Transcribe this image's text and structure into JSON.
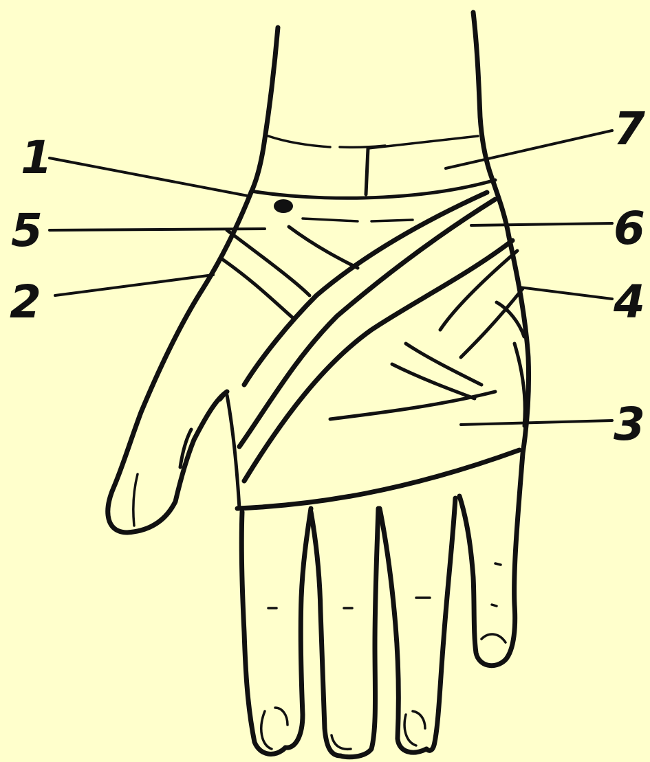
{
  "background_color": "#FFFFCC",
  "ink_color": "#111111",
  "labels": {
    "l1": "1",
    "l2": "2",
    "l3": "3",
    "l4": "4",
    "l5": "5",
    "l6": "6",
    "l7": "7"
  }
}
